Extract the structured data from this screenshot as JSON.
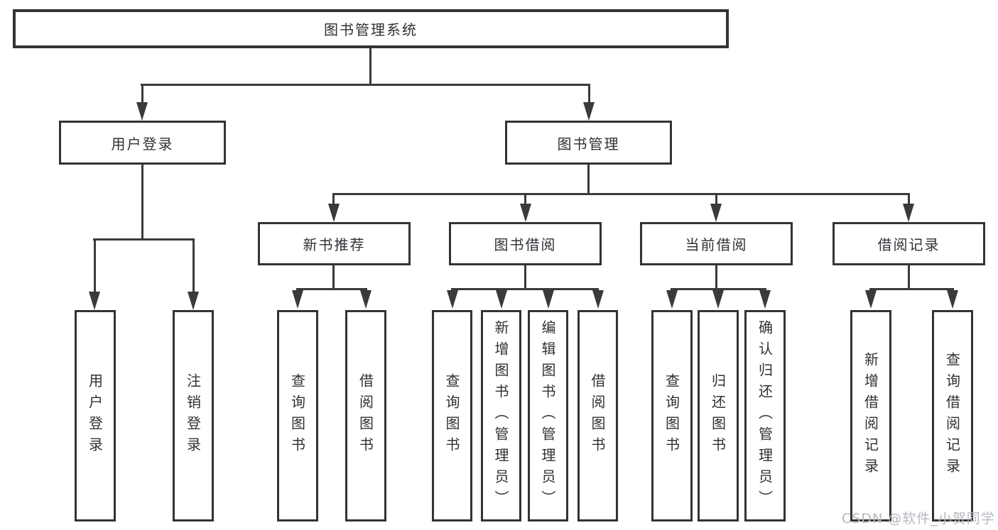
{
  "diagram": {
    "title_node": "图书管理系统",
    "root": {
      "label": "图书管理系统"
    },
    "branches": [
      {
        "label": "用户登录",
        "children": [
          {
            "label": "用户登录"
          },
          {
            "label": "注销登录"
          }
        ]
      },
      {
        "label": "图书管理",
        "children": [
          {
            "label": "新书推荐",
            "children": [
              {
                "label": "查询图书"
              },
              {
                "label": "借阅图书"
              }
            ]
          },
          {
            "label": "图书借阅",
            "children": [
              {
                "label": "查询图书"
              },
              {
                "label": "新增图书（管理员）"
              },
              {
                "label": "编辑图书（管理员）"
              },
              {
                "label": "借阅图书"
              }
            ]
          },
          {
            "label": "当前借阅",
            "children": [
              {
                "label": "查询图书"
              },
              {
                "label": "归还图书"
              },
              {
                "label": "确认归还（管理员）"
              }
            ]
          },
          {
            "label": "借阅记录",
            "children": [
              {
                "label": "新增借阅记录"
              },
              {
                "label": "查询借阅记录"
              }
            ]
          }
        ]
      }
    ]
  },
  "watermark": {
    "text": "CSDN @软件_小贺同学"
  },
  "colors": {
    "line": "#3a3a3a",
    "box_border": "#333333",
    "text": "#2f3136",
    "background": "#ffffff",
    "watermark": "#b4b8be"
  }
}
